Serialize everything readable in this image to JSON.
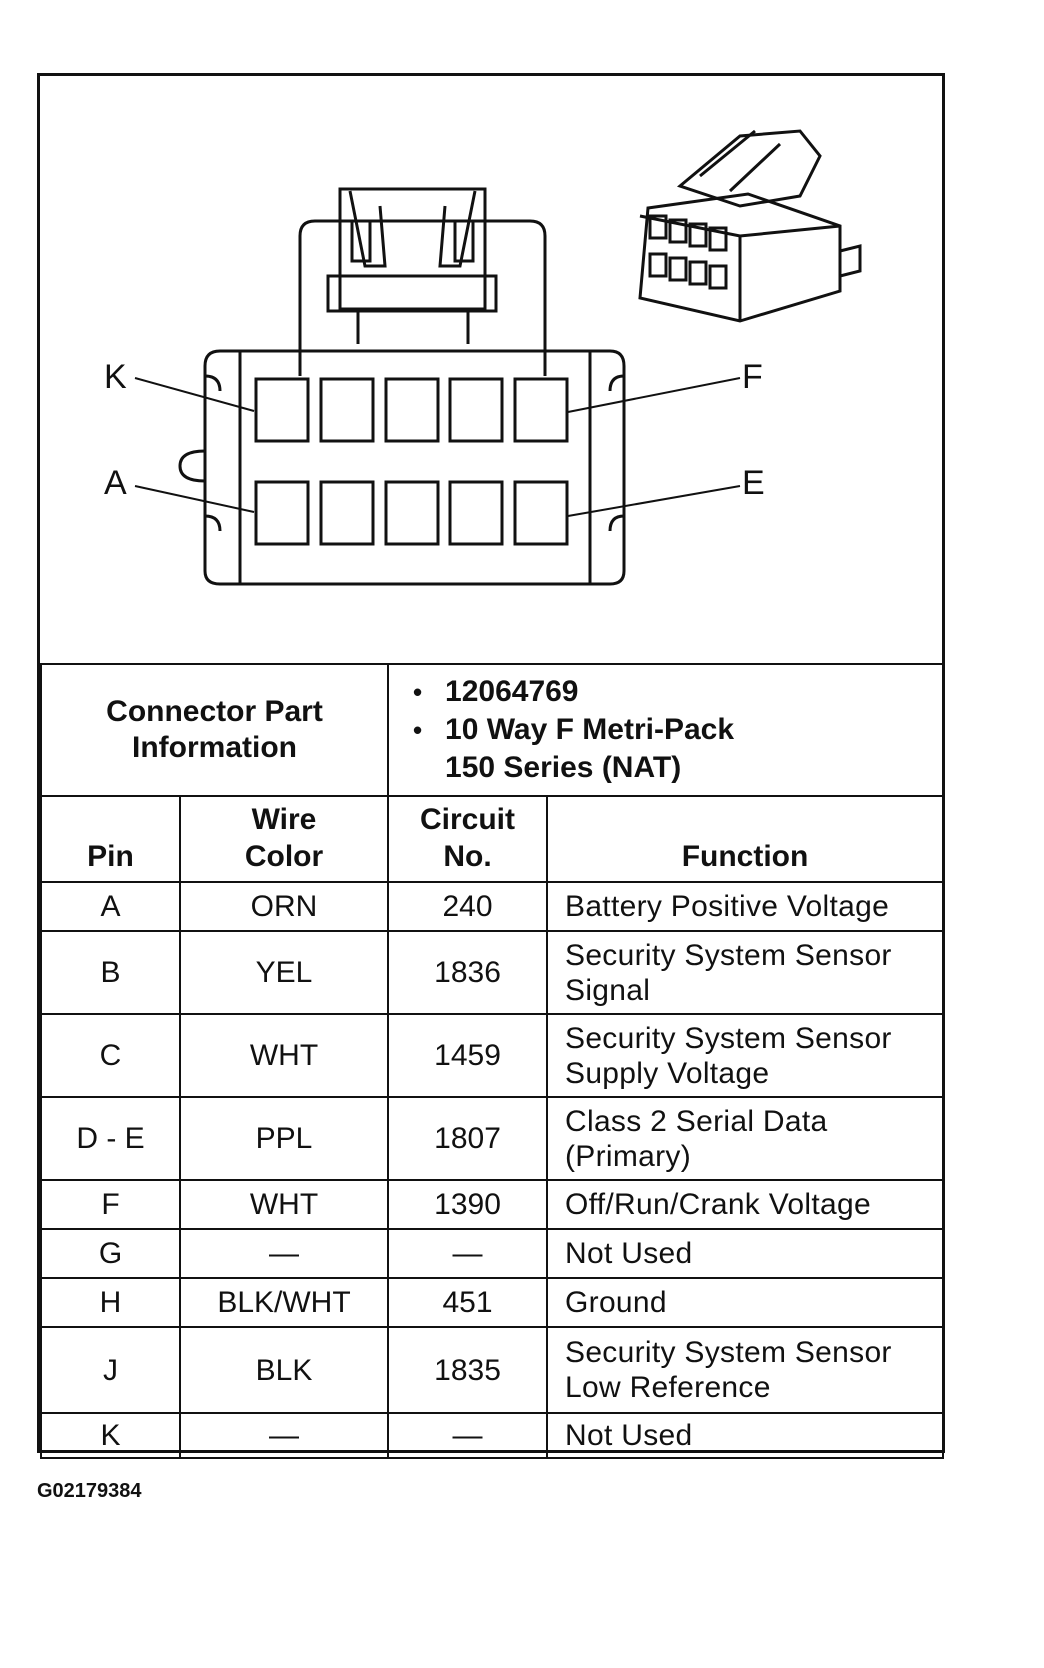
{
  "connector": {
    "pin_labels": {
      "top_left": "K",
      "top_right": "F",
      "bottom_left": "A",
      "bottom_right": "E"
    }
  },
  "part_info": {
    "label_line1": "Connector Part",
    "label_line2": "Information",
    "bullet1": "12064769",
    "bullet2_line1": "10 Way F Metri-Pack",
    "bullet2_line2": "150 Series (NAT)"
  },
  "columns": {
    "pin": "Pin",
    "wire_line1": "Wire",
    "wire_line2": "Color",
    "circuit_line1": "Circuit",
    "circuit_line2": "No.",
    "function": "Function"
  },
  "rows": [
    {
      "pin": "A",
      "wire": "ORN",
      "circuit": "240",
      "function_line1": "Battery Positive Voltage",
      "function_line2": ""
    },
    {
      "pin": "B",
      "wire": "YEL",
      "circuit": "1836",
      "function_line1": "Security System Sensor",
      "function_line2": "Signal"
    },
    {
      "pin": "C",
      "wire": "WHT",
      "circuit": "1459",
      "function_line1": "Security System Sensor",
      "function_line2": "Supply Voltage"
    },
    {
      "pin": "D - E",
      "wire": "PPL",
      "circuit": "1807",
      "function_line1": "Class 2 Serial Data",
      "function_line2": "(Primary)"
    },
    {
      "pin": "F",
      "wire": "WHT",
      "circuit": "1390",
      "function_line1": "Off/Run/Crank Voltage",
      "function_line2": ""
    },
    {
      "pin": "G",
      "wire": "—",
      "circuit": "—",
      "function_line1": "Not Used",
      "function_line2": ""
    },
    {
      "pin": "H",
      "wire": "BLK/WHT",
      "circuit": "451",
      "function_line1": "Ground",
      "function_line2": ""
    },
    {
      "pin": "J",
      "wire": "BLK",
      "circuit": "1835",
      "function_line1": "Security System Sensor",
      "function_line2": "Low Reference"
    },
    {
      "pin": "K",
      "wire": "—",
      "circuit": "—",
      "function_line1": "Not Used",
      "function_line2": ""
    }
  ],
  "figure_code": "G02179384"
}
